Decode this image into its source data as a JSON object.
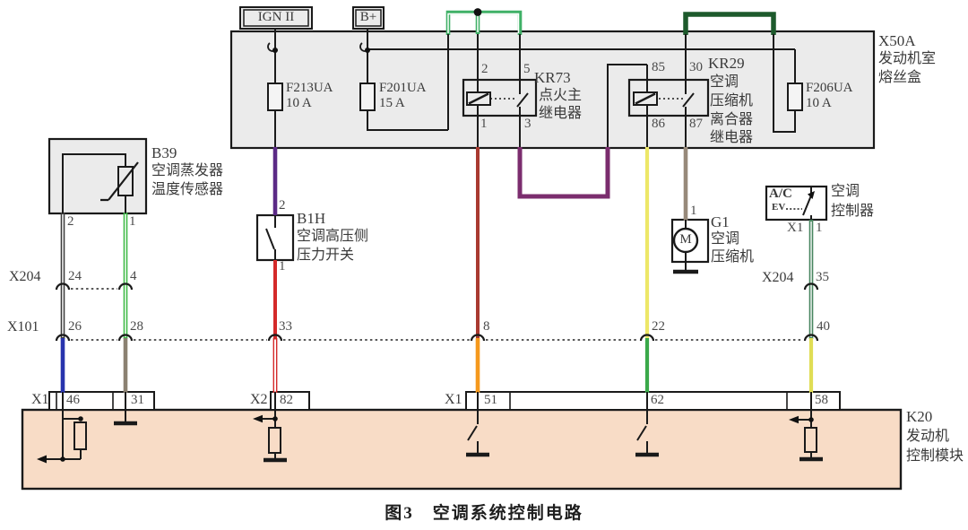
{
  "caption": "图3　空调系统控制电路",
  "power_sources": {
    "ign": "IGN II",
    "battery": "B+"
  },
  "fusebox": {
    "id": "X50A",
    "name_line1": "发动机室",
    "name_line2": "熔丝盒",
    "fuse_f213": {
      "id": "F213UA",
      "rating": "10 A"
    },
    "fuse_f201": {
      "id": "F201UA",
      "rating": "15 A"
    },
    "fuse_f206": {
      "id": "F206UA",
      "rating": "10 A"
    },
    "relay_kr73": {
      "id": "KR73",
      "name_line1": "点火主",
      "name_line2": "继电器",
      "pin_top_left": "2",
      "pin_top_right": "5",
      "pin_bottom_left": "1",
      "pin_bottom_right": "3"
    },
    "relay_kr29": {
      "id": "KR29",
      "name_line1": "空调",
      "name_line2": "压缩机",
      "name_line3": "离合器",
      "name_line4": "继电器",
      "pin_top_left": "85",
      "pin_top_right": "30",
      "pin_bottom_left": "86",
      "pin_bottom_right": "87"
    }
  },
  "b39": {
    "id": "B39",
    "name_line1": "空调蒸发器",
    "name_line2": "温度传感器",
    "pin_left": "2",
    "pin_right": "1"
  },
  "b1h": {
    "id": "B1H",
    "name_line1": "空调高压侧",
    "name_line2": "压力开关",
    "pin_top": "2",
    "pin_bottom": "1"
  },
  "g1": {
    "id": "G1",
    "name_line1": "空调",
    "name_line2": "压缩机",
    "pin": "1",
    "motor": "M"
  },
  "ac_panel": {
    "switch": "A/C",
    "ev": "EV",
    "name_line1": "空调",
    "name_line2": "控制器",
    "conn_left": "X1",
    "conn_right": "1"
  },
  "row_x204_left": {
    "label": "X204",
    "pin1": "24",
    "pin2": "4"
  },
  "row_x101": {
    "label": "X101",
    "pin1": "26",
    "pin2": "28",
    "pin3": "33",
    "pin4": "8",
    "pin5": "22",
    "pin6": "40"
  },
  "row_x204_right": {
    "label": "X204",
    "pin": "35"
  },
  "conn_bottom_left": {
    "label": "X1",
    "pin1": "46",
    "pin2": "31"
  },
  "conn_bottom_x2": {
    "label": "X2",
    "pin": "82"
  },
  "conn_bottom_right": {
    "label": "X1",
    "pin1": "51",
    "pin2": "62",
    "pin3": "58"
  },
  "k20": {
    "id": "K20",
    "name_line1": "发动机",
    "name_line2": "控制模块"
  },
  "wire_colors": {
    "kr73_feed_loop_light_green": "#3fb066",
    "kr29_feed_loop_dark_green": "#1d5a2c",
    "ign_to_b1h_purple": "#5b2a86",
    "b1h_out_red": "#d42a2a",
    "b1h_to_ecu_red_white": "#d42a2a",
    "kr73_out_dark_red": "#a93a30",
    "kr73_to_ecu_orange": "#f5991d",
    "kr73_kr29_bridge_violet": "#7b2d6e",
    "kr29_coil_yellow": "#ede768",
    "kr29_coil_to_ecu_green": "#3aa94a",
    "kr29_to_g1_taupe": "#97897a",
    "ac_signal_sea_green": "#47855f",
    "ac_to_ecu_yellow_green": "#e0dd55",
    "b39_left_black": "#3c3c3c",
    "b39_left_to_ecu_blue": "#2834ad",
    "b39_right_green": "#3cb944",
    "b39_right_to_ecu_gray": "#8b8171"
  }
}
